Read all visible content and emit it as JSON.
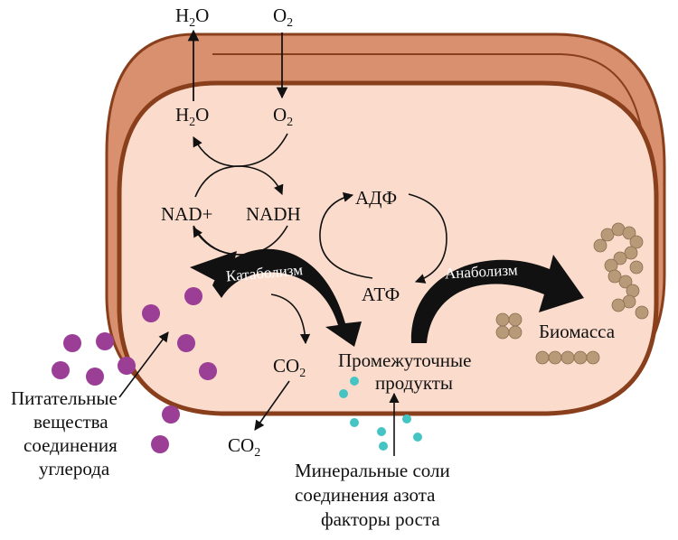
{
  "colors": {
    "cell_wall_outer": "#d9906e",
    "cell_wall_edge": "#8a3f1c",
    "cytoplasm": "#fbdccc",
    "nutrient_purple": "#9b3e96",
    "mineral_cyan": "#45c4c4",
    "biomass_tan": "#b89a78",
    "arrow_black": "#111111"
  },
  "labels": {
    "h2o_out": {
      "base": "H",
      "sub": "2",
      "tail": "O"
    },
    "o2_out": {
      "base": "O",
      "sub": "2"
    },
    "h2o_in": {
      "base": "H",
      "sub": "2",
      "tail": "O"
    },
    "o2_in": {
      "base": "O",
      "sub": "2"
    },
    "nad_plus": "NAD+",
    "nadh": "NADH",
    "adp": "АДФ",
    "atp": "АТФ",
    "catabolism": "Катаболизм",
    "anabolism": "Анаболизм",
    "co2_in": {
      "base": "CO",
      "sub": "2"
    },
    "co2_out": {
      "base": "CO",
      "sub": "2"
    },
    "intermediates": [
      "Промежуточные",
      "продукты"
    ],
    "biomass": "Биомасса",
    "nutrients": [
      "Питательные",
      "вещества",
      "соединения",
      "углерода"
    ],
    "minerals": [
      "Минеральные соли",
      "соединения азота",
      "факторы роста"
    ]
  }
}
